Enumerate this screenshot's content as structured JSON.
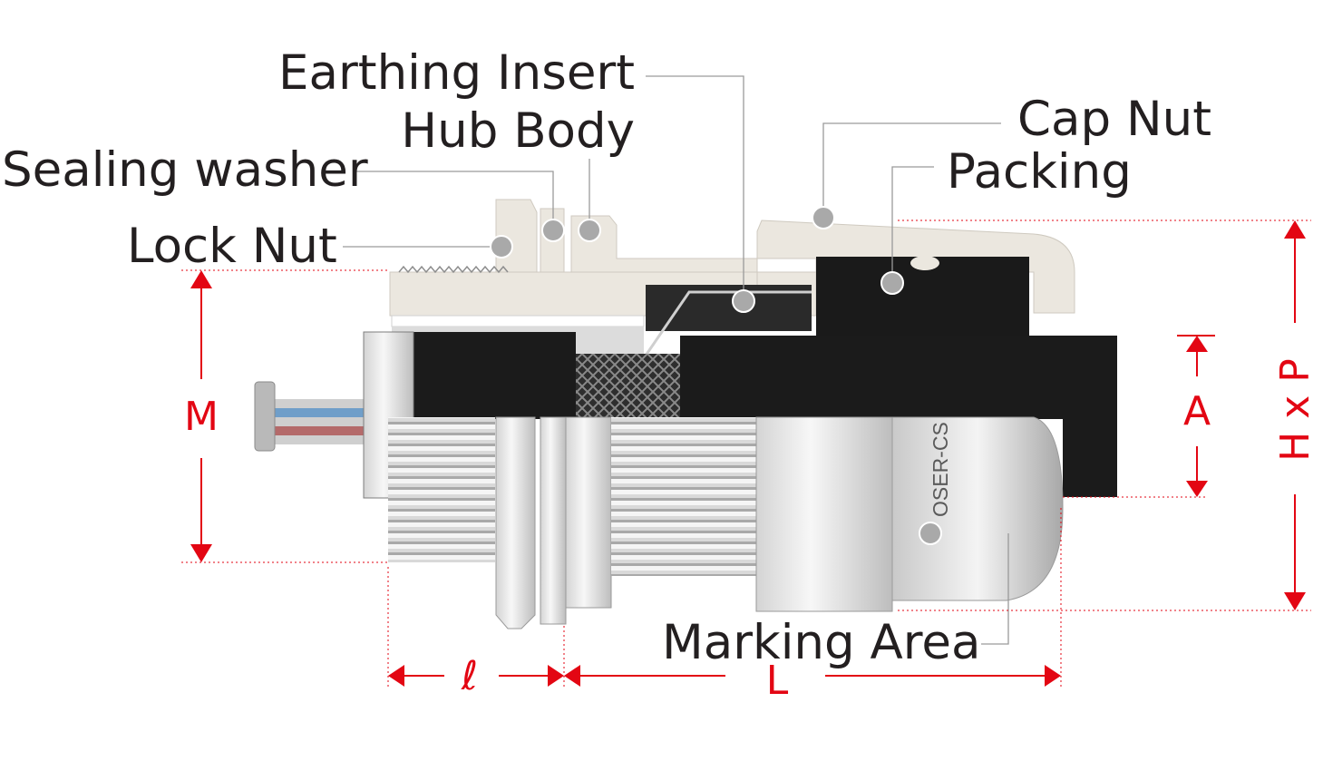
{
  "labels": {
    "earthing_insert": "Earthing Insert",
    "hub_body": "Hub Body",
    "cap_nut": "Cap Nut",
    "sealing_washer": "Sealing washer",
    "packing": "Packing",
    "lock_nut": "Lock Nut",
    "marking_area": "Marking Area"
  },
  "dimensions": {
    "m": "M",
    "a": "A",
    "hxp": "H x P",
    "l_small": "ℓ",
    "l_large": "L"
  },
  "body_marking": "OSER-CS",
  "colors": {
    "dimension": "#e30613",
    "label_text": "#231f20",
    "leader": "#9a9a9a",
    "marker_dot": "#a9a9a9",
    "section_fill": "#ebe7df",
    "cable_jacket": "#1b1b1b"
  }
}
